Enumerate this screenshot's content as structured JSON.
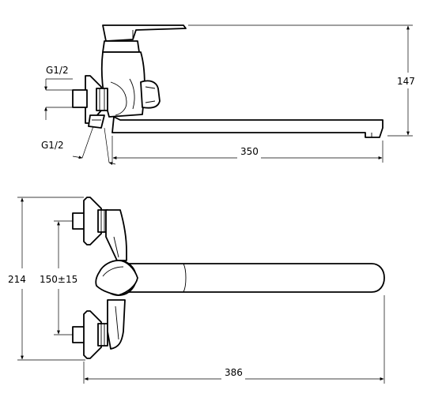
{
  "labels": {
    "thread_top": "G1/2",
    "thread_bottom": "G1/2",
    "height_side": "147",
    "spout_reach_side": "350",
    "total_height_front": "214",
    "center_distance": "150±15",
    "total_length_front": "386"
  },
  "colors": {
    "line": "#000000",
    "background": "#ffffff"
  }
}
